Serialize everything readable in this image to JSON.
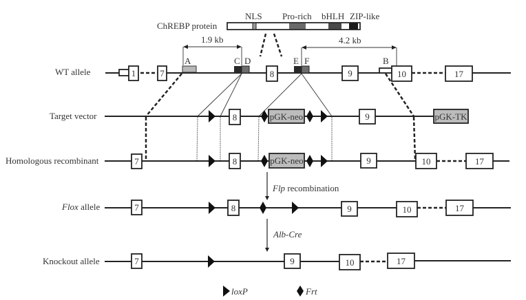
{
  "protein": {
    "label": "ChREBP protein",
    "domains": {
      "nls": "NLS",
      "pro_rich": "Pro-rich",
      "bhlh": "bHLH",
      "zip": "ZIP-like"
    }
  },
  "distances": {
    "left": "1.9 kb",
    "right": "4.2 kb"
  },
  "sites": {
    "a": "A",
    "b": "B",
    "c": "C",
    "d": "D",
    "e": "E",
    "f": "F"
  },
  "rows": {
    "wt": "WT allele",
    "target": "Target vector",
    "homologous": "Homologous recombinant",
    "flox_italic": "Flox",
    "flox_rest": " allele",
    "knockout": "Knockout allele"
  },
  "exons": {
    "e1": "1",
    "e7": "7",
    "e8": "8",
    "e9": "9",
    "e10": "10",
    "e17": "17"
  },
  "cassettes": {
    "neo": "pGK-neo",
    "tk": "pGK-TK"
  },
  "steps": {
    "flp_italic": "Flp",
    "flp_rest": " recombination",
    "cre": "Alb-Cre"
  },
  "legend": {
    "loxp": "loxP",
    "frt": "Frt"
  },
  "colors": {
    "site_a": "#b8b8b8",
    "site_dark": "#2a2a2a",
    "site_mid": "#6e6e6e",
    "cassette": "#bcbcbc"
  }
}
